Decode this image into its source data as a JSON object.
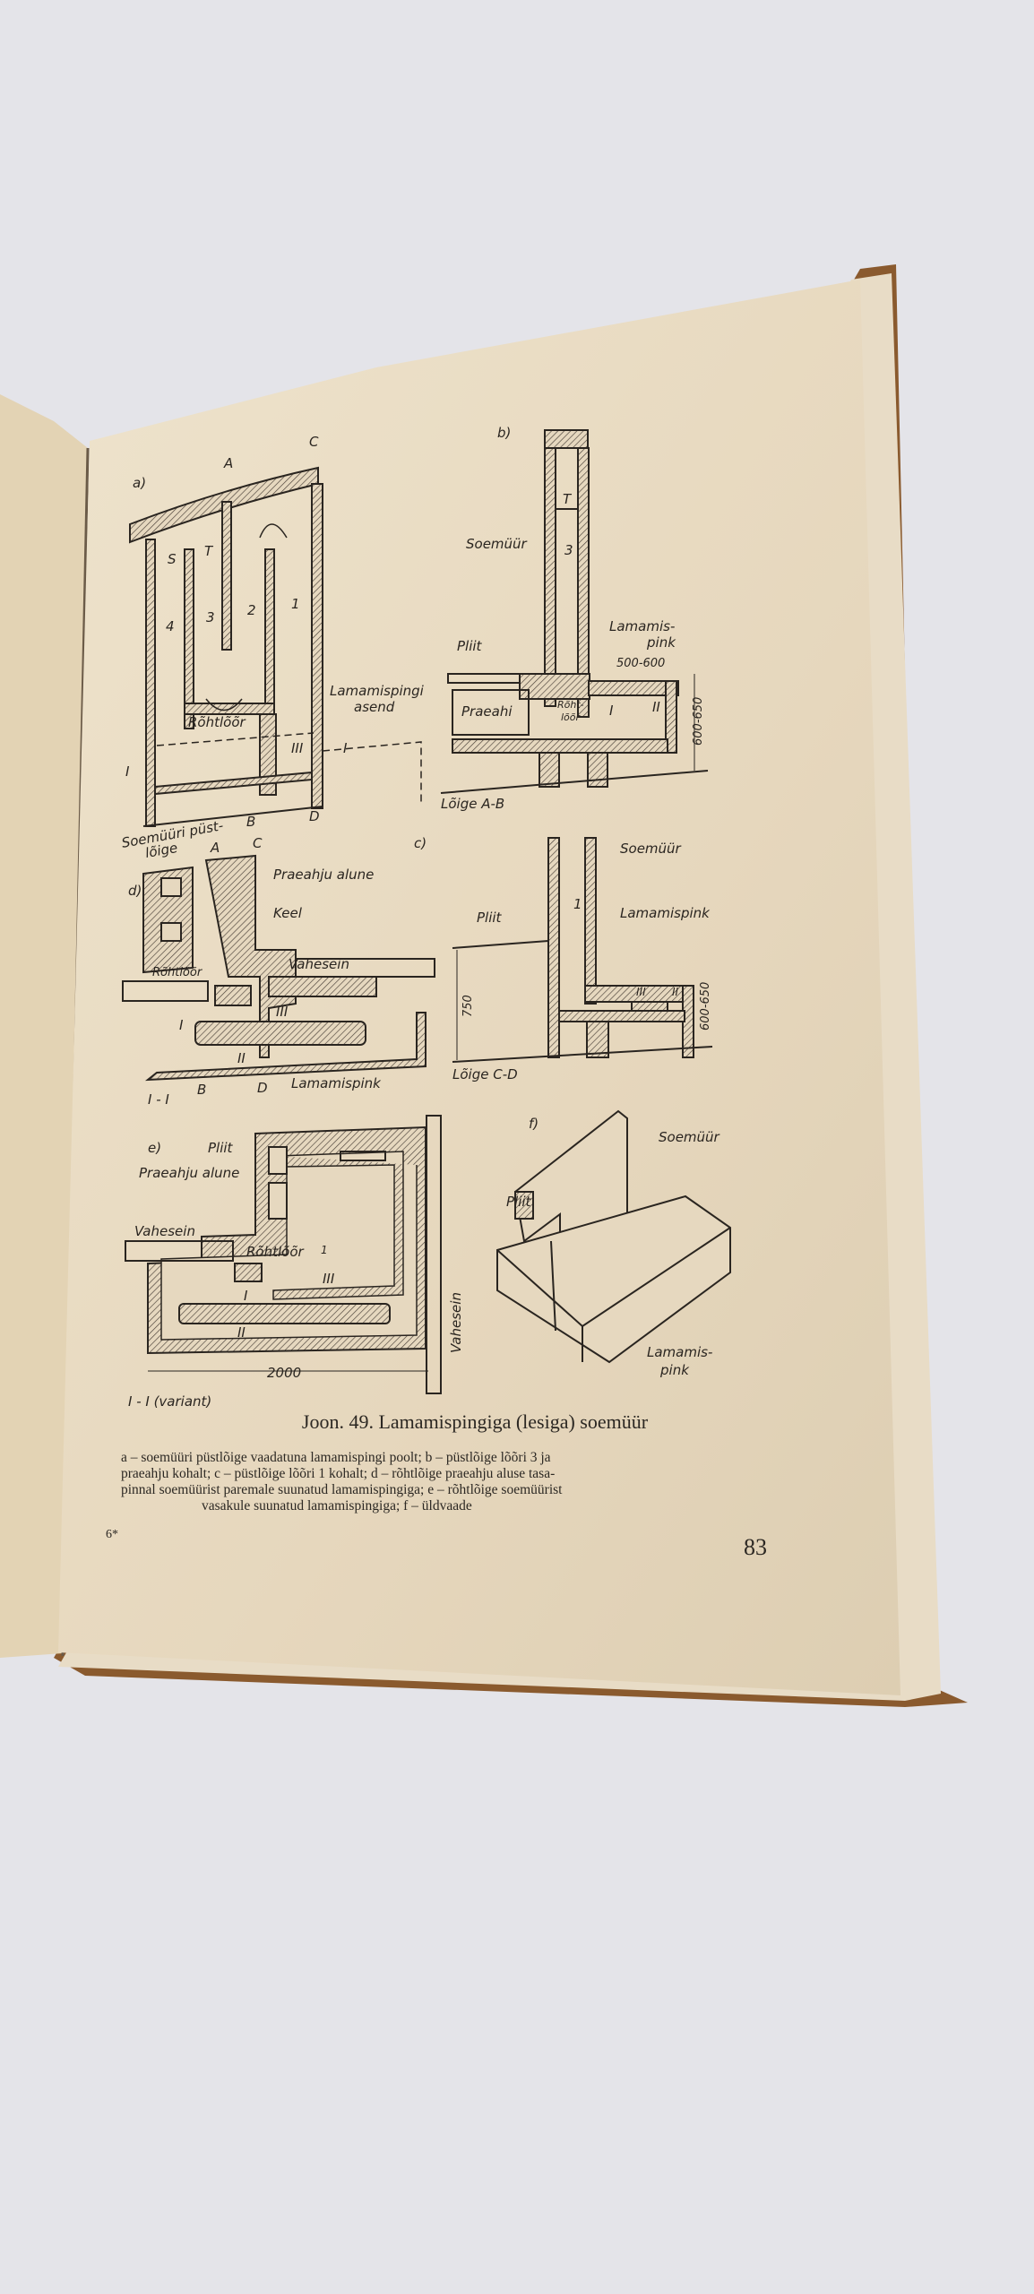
{
  "page": {
    "number": "83",
    "signature_mark": "6*",
    "figure_title": "Joon. 49. Lamamispingiga (lesiga) soemüür",
    "figure_description": [
      "a – soemüüri püstlõige vaadatuna lamamispingi poolt; b – püstlõige lõõri 3 ja",
      "praeahju kohalt; c – püstlõige lõõri 1 kohalt; d – rõhtlõige praeahju aluse tasa-",
      "pinnal soemüürist paremale suunatud lamamispingiga; e – rõhtlõige soemüürist",
      "vasakule suunatud lamamispingiga; f – üldvaade"
    ]
  },
  "figures": {
    "a": {
      "tag": "a)",
      "labels": [
        "A",
        "C",
        "B",
        "D",
        "S",
        "T",
        "1",
        "2",
        "3",
        "4",
        "Rõhtlõõr",
        "III",
        "Lamamispingi",
        "asend",
        "I",
        "I"
      ],
      "caption": [
        "Soemüüri püst-",
        "lõige"
      ]
    },
    "b": {
      "tag": "b)",
      "labels": [
        "Soemüür",
        "T",
        "3",
        "Pliit",
        "Lamamis-",
        "pink",
        "500-600",
        "Praeahi",
        "Rõht-",
        "lõõr",
        "I",
        "II",
        "600-650"
      ],
      "caption": "Lõige A-B"
    },
    "c": {
      "tag": "c)",
      "labels": [
        "Soemüür",
        "1",
        "Pliit",
        "Lamamispink",
        "750",
        "III",
        "II",
        "600-650"
      ],
      "caption": "Lõige C-D"
    },
    "d": {
      "tag": "d)",
      "labels": [
        "A",
        "C",
        "Praeahju alune",
        "Keel",
        "Vahesein",
        "Rõhtlõõr",
        "I",
        "III",
        "II",
        "B",
        "D",
        "Lamamispink"
      ],
      "caption": "I - I"
    },
    "e": {
      "tag": "e)",
      "labels": [
        "Pliit",
        "Praeahju alune",
        "Vahesein",
        "Rõhtlõõr",
        "1",
        "III",
        "I",
        "II",
        "2000",
        "Vahesein"
      ],
      "caption": "I - I (variant)"
    },
    "f": {
      "tag": "f)",
      "labels": [
        "Soemüür",
        "Pliit",
        "Lamamis-",
        "pink"
      ]
    }
  },
  "colors": {
    "background": "#e4e4e9",
    "page": "#e9dcc4",
    "ink": "#2a2520",
    "cover": "#8a5a2e"
  }
}
